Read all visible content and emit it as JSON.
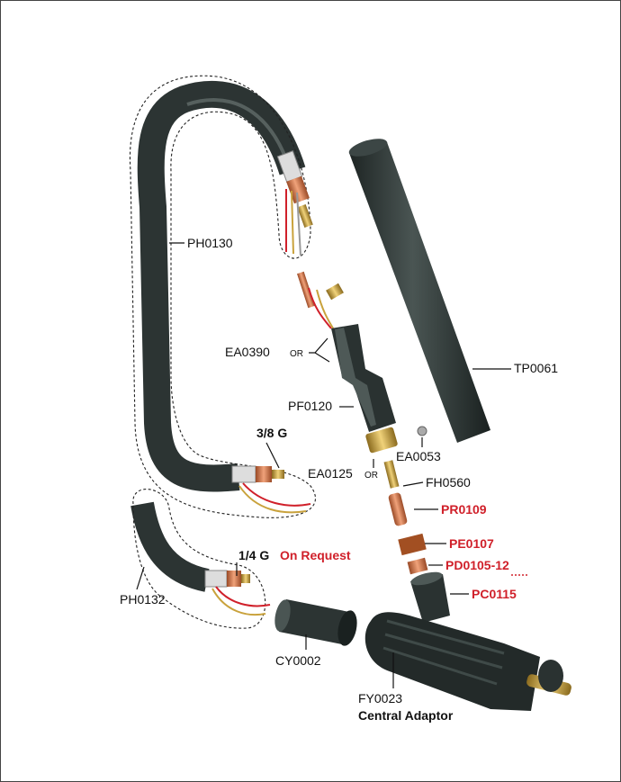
{
  "parts": {
    "ph0130": "PH0130",
    "tp0061": "TP0061",
    "ea0390": "EA0390",
    "ea0390_or": "OR",
    "pf0120": "PF0120",
    "g38": "3/8 G",
    "ea0053": "EA0053",
    "ea0125": "EA0125",
    "ea0125_or": "OR",
    "fh0560": "FH0560",
    "pr0109": "PR0109",
    "pe0107": "PE0107",
    "pd0105": "PD0105-12",
    "g14": "1/4 G",
    "on_request": "On Request",
    "pc0115": "PC0115",
    "ph0132": "PH0132",
    "cy0002": "CY0002",
    "fy0023": "FY0023",
    "central_adaptor": "Central Adaptor"
  },
  "colors": {
    "hose": "#2c3433",
    "red_text": "#d0202a",
    "copper": "#d77a4a",
    "brass": "#c9a23c"
  }
}
